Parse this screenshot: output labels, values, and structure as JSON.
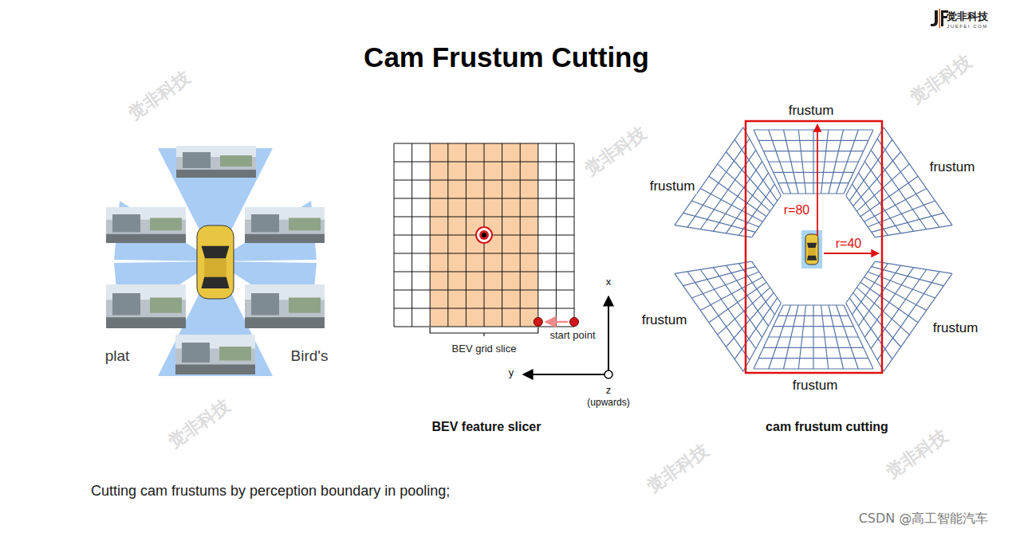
{
  "diagram": {
    "title": "Cam Frustum Cutting",
    "caption": "Cutting cam frustums by perception boundary in pooling;",
    "labels": [
      "plat",
      "Bird's",
      "BEV grid slice",
      "start point",
      "x",
      "y",
      "z",
      "(upwards)",
      "BEV feature slicer",
      "frustum",
      "frustum",
      "frustum",
      "r=80",
      "r=40",
      "frustum",
      "frustum",
      "frustum",
      "cam frustum cutting",
      "觉非科技",
      "JUEFEI.COM",
      "CSDN @高工智能汽车",
      "觉非科技",
      "觉非科技",
      "觉非科技",
      "觉非科技",
      "觉非科技",
      "觉非科技"
    ]
  }
}
